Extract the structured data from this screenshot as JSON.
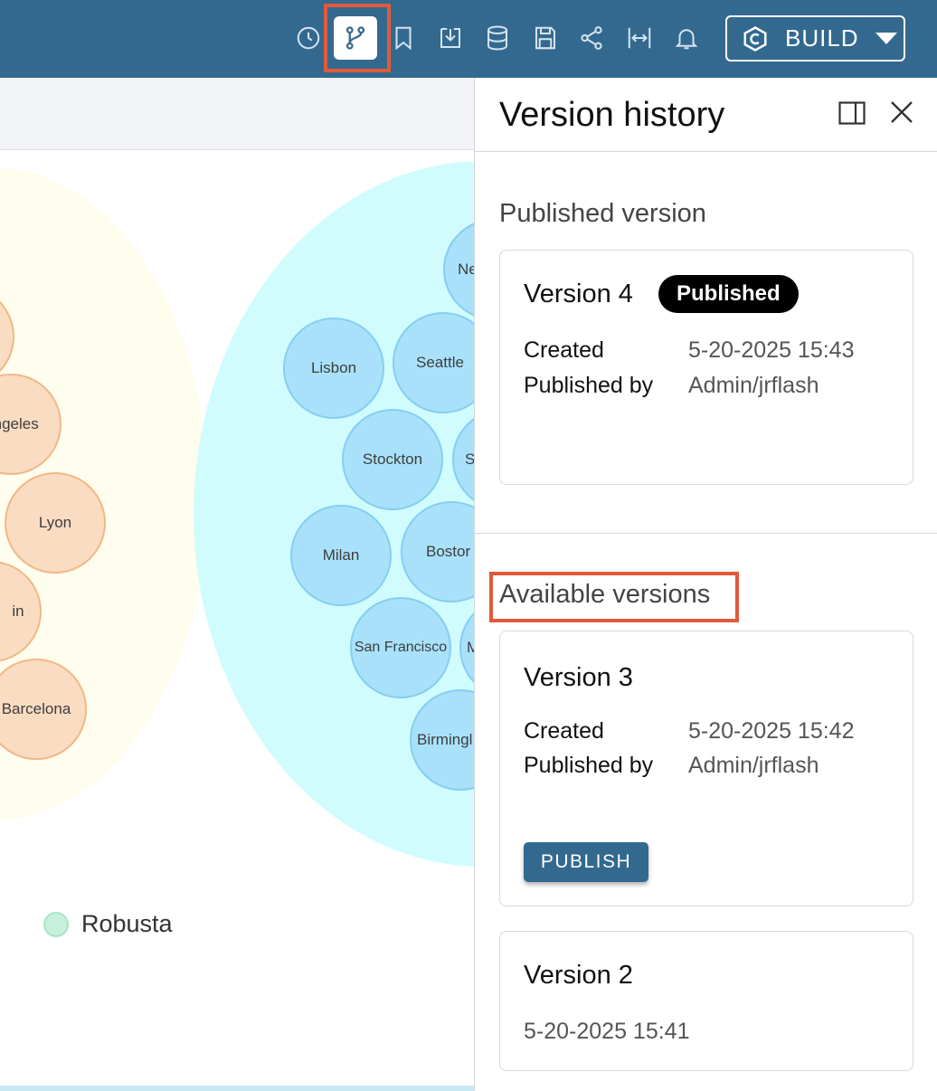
{
  "toolbar": {
    "icons": [
      "clock-icon",
      "version-branch-icon",
      "bookmark-icon",
      "download-icon",
      "database-icon",
      "save-icon",
      "share-icon",
      "fit-width-icon",
      "bell-icon"
    ],
    "build_label": "BUILD",
    "accent": "#33698f",
    "highlight_color": "#e05a3a"
  },
  "canvas": {
    "orange_bubbles": [
      "Angeles",
      "Lyon",
      "in",
      "Barcelona"
    ],
    "blue_bubbles": [
      "Ne",
      "Lisbon",
      "Seattle",
      "Stockton",
      "S",
      "Milan",
      "Bostor",
      "San Francisco",
      "M",
      "Birmingl"
    ],
    "legend": {
      "label": "Robusta",
      "color": "#c6f0dc"
    }
  },
  "panel": {
    "title": "Version history",
    "published_section": "Published version",
    "published": {
      "version": "Version 4",
      "badge": "Published",
      "created_label": "Created",
      "created_value": "5-20-2025 15:43",
      "by_label": "Published by",
      "by_value": "Admin/jrflash"
    },
    "available_section": "Available versions",
    "available": [
      {
        "version": "Version 3",
        "created_label": "Created",
        "created_value": "5-20-2025 15:42",
        "by_label": "Published by",
        "by_value": "Admin/jrflash",
        "action": "PUBLISH"
      },
      {
        "version": "Version 2",
        "date": "5-20-2025 15:41"
      }
    ]
  }
}
